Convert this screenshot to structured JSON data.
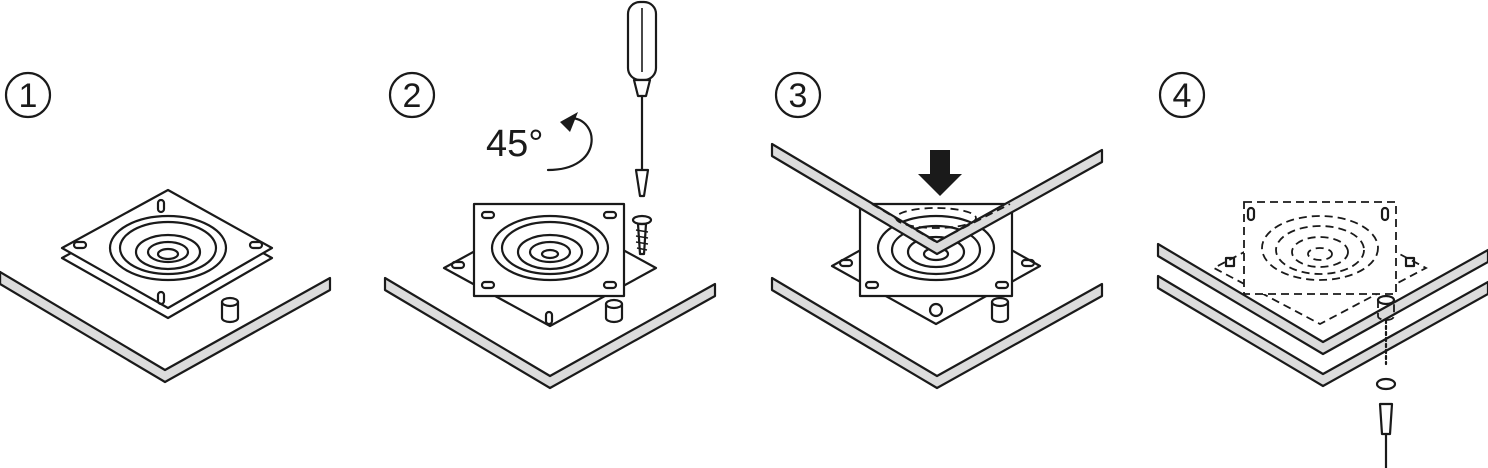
{
  "steps": [
    {
      "label": "1"
    },
    {
      "label": "2"
    },
    {
      "label": "3"
    },
    {
      "label": "4"
    }
  ],
  "rotation_label": "45°",
  "colors": {
    "ink": "#1a1a1a",
    "board_edge": "#dcdcdc",
    "paper": "#ffffff"
  },
  "icons": [
    "step-number-circle-icon",
    "rotate-arrow-icon",
    "screwdriver-icon",
    "screw-icon",
    "down-arrow-icon",
    "dowel-icon"
  ]
}
